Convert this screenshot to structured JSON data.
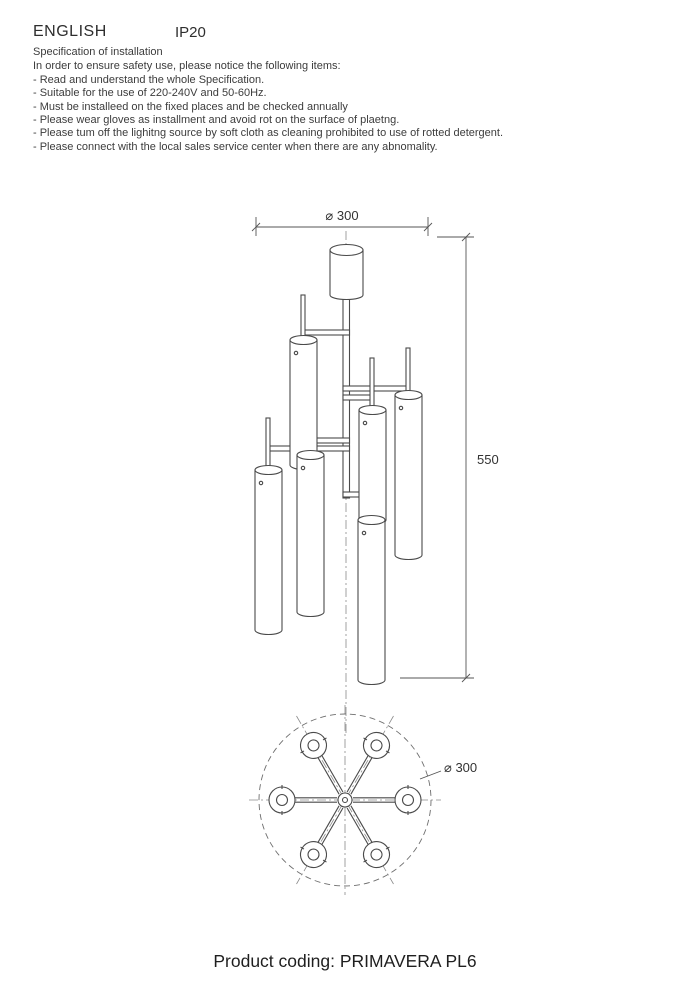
{
  "header": {
    "language": "ENGLISH",
    "ip_rating": "IP20"
  },
  "spec": {
    "title": "Specification of installation",
    "intro": "In order to ensure safety use, please notice the following items:",
    "items": [
      "- Read and understand the whole Specification.",
      "- Suitable for the use of 220-240V and 50-60Hz.",
      "- Must be installeed on the fixed places and be checked annually",
      "- Please wear gloves as installment and avoid rot on the surface of plaetng.",
      "- Please tum off the lighitng source by soft cloth as cleaning prohibited to use of rotted detergent.",
      "- Please connect with the local sales service center when there are any abnomality."
    ]
  },
  "drawing": {
    "front_view": {
      "top_diameter_label": "⌀ 300",
      "height_label": "550"
    },
    "plan_view": {
      "diameter_label": "⌀ 300"
    }
  },
  "footer": {
    "product_coding": "Product coding: PRIMAVERA PL6"
  }
}
